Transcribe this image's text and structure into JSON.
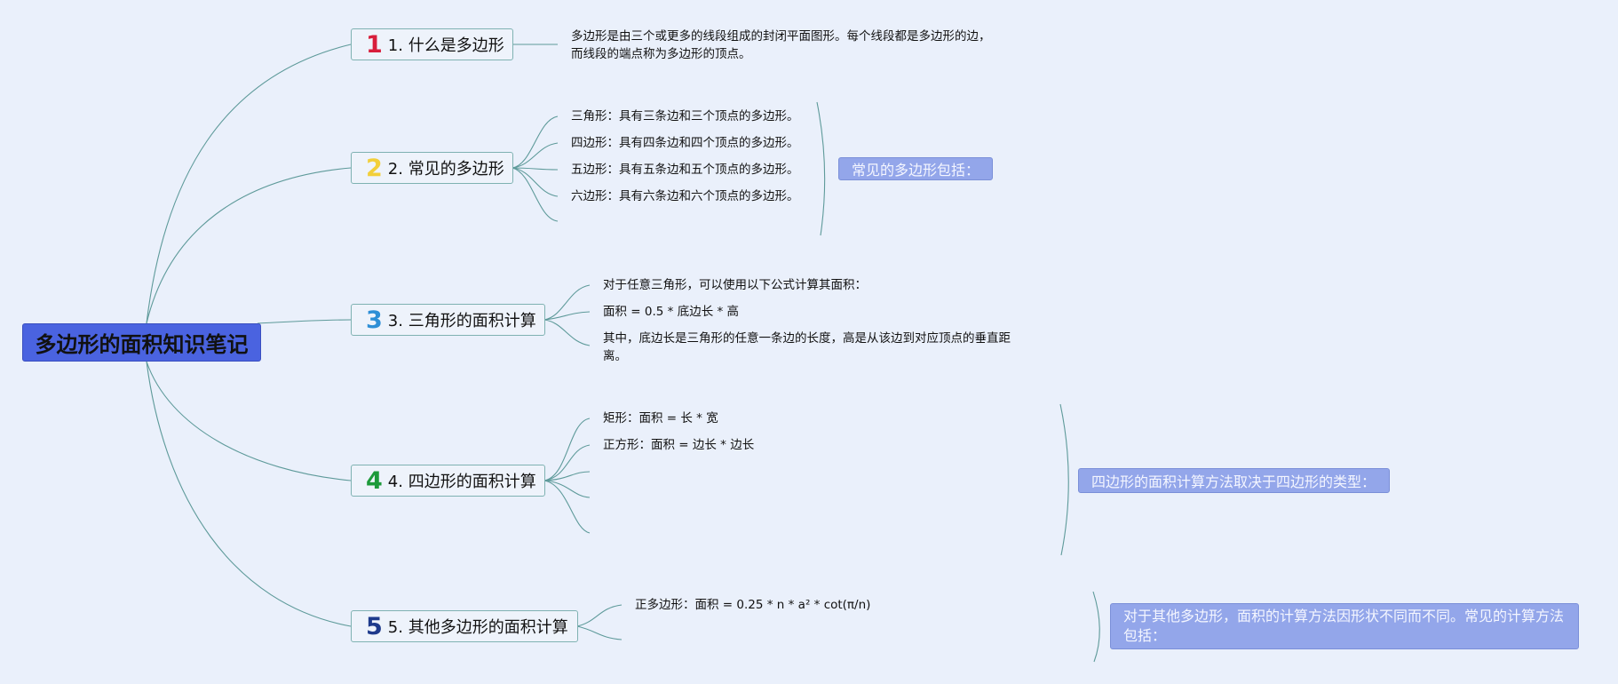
{
  "root": {
    "title": "多边形的面积知识笔记"
  },
  "branches": [
    {
      "num": "1",
      "num_color": "#d81e3c",
      "label": "1. 什么是多边形",
      "leaves": [
        "多边形是由三个或更多的线段组成的封闭平面图形。每个线段都是多边形的边，",
        "而线段的端点称为多边形的顶点。"
      ]
    },
    {
      "num": "2",
      "num_color": "#f2cf3a",
      "label": "2. 常见的多边形",
      "leaves": [
        "三角形：具有三条边和三个顶点的多边形。",
        "四边形：具有四条边和四个顶点的多边形。",
        "五边形：具有五条边和五个顶点的多边形。",
        "六边形：具有六条边和六个顶点的多边形。"
      ],
      "callout": "常见的多边形包括："
    },
    {
      "num": "3",
      "num_color": "#2e8fd6",
      "label": "3. 三角形的面积计算",
      "leaves": [
        "对于任意三角形，可以使用以下公式计算其面积：",
        "面积 = 0.5 * 底边长 * 高",
        "其中，底边长是三角形的任意一条边的长度，高是从该边到对应顶点的垂直距",
        "离。"
      ]
    },
    {
      "num": "4",
      "num_color": "#1d9a3a",
      "label": "4. 四边形的面积计算",
      "leaves": [
        "矩形：面积 = 长 * 宽",
        "正方形：面积 = 边长 * 边长"
      ],
      "callout": "四边形的面积计算方法取决于四边形的类型："
    },
    {
      "num": "5",
      "num_color": "#1e3a8c",
      "label": "5. 其他多边形的面积计算",
      "leaves": [
        "正多边形：面积 = 0.25 * n * a² * cot(π/n)"
      ],
      "callout_lines": [
        "对于其他多边形，面积的计算方法因形状不同而不同。常见的计算方法",
        "包括："
      ]
    }
  ]
}
